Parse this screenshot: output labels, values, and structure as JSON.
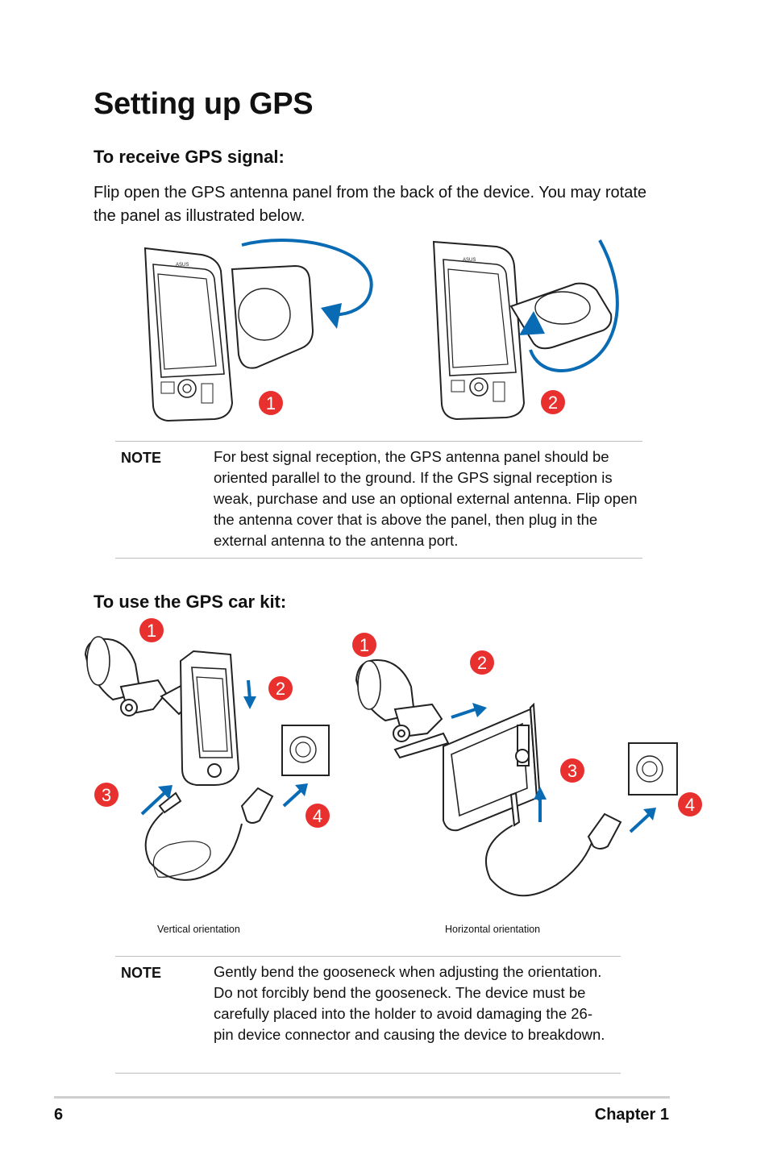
{
  "page": {
    "title": "Setting up GPS",
    "section1_heading": "To receive GPS signal:",
    "section1_text": "Flip open the GPS antenna panel from the back of the device. You may rotate the panel as illustrated below.",
    "note1": {
      "label": "NOTE",
      "text": "For best signal reception, the GPS antenna panel should be oriented parallel to the ground. If the GPS signal reception is weak, purchase and use an optional external antenna. Flip open the antenna cover that is above the panel, then plug in the external antenna to the antenna port."
    },
    "section2_heading": "To use the GPS car kit:",
    "caption_vertical": "Vertical orientation",
    "caption_horizontal": "Horizontal  orientation",
    "note2": {
      "label": "NOTE",
      "text": "Gently bend the gooseneck when adjusting the orientation. Do not forcibly bend the gooseneck. The device must be carefully placed into the holder to avoid damaging the 26-pin device connector and causing the device to breakdown."
    },
    "footer": {
      "page_number": "6",
      "chapter": "Chapter 1"
    }
  },
  "badges": [
    "1",
    "2",
    "3",
    "4"
  ],
  "brand_on_device": "ASUS",
  "colors": {
    "badge": "#e8312f",
    "arrow": "#0a6bb5",
    "rule": "#bdbdbd"
  }
}
